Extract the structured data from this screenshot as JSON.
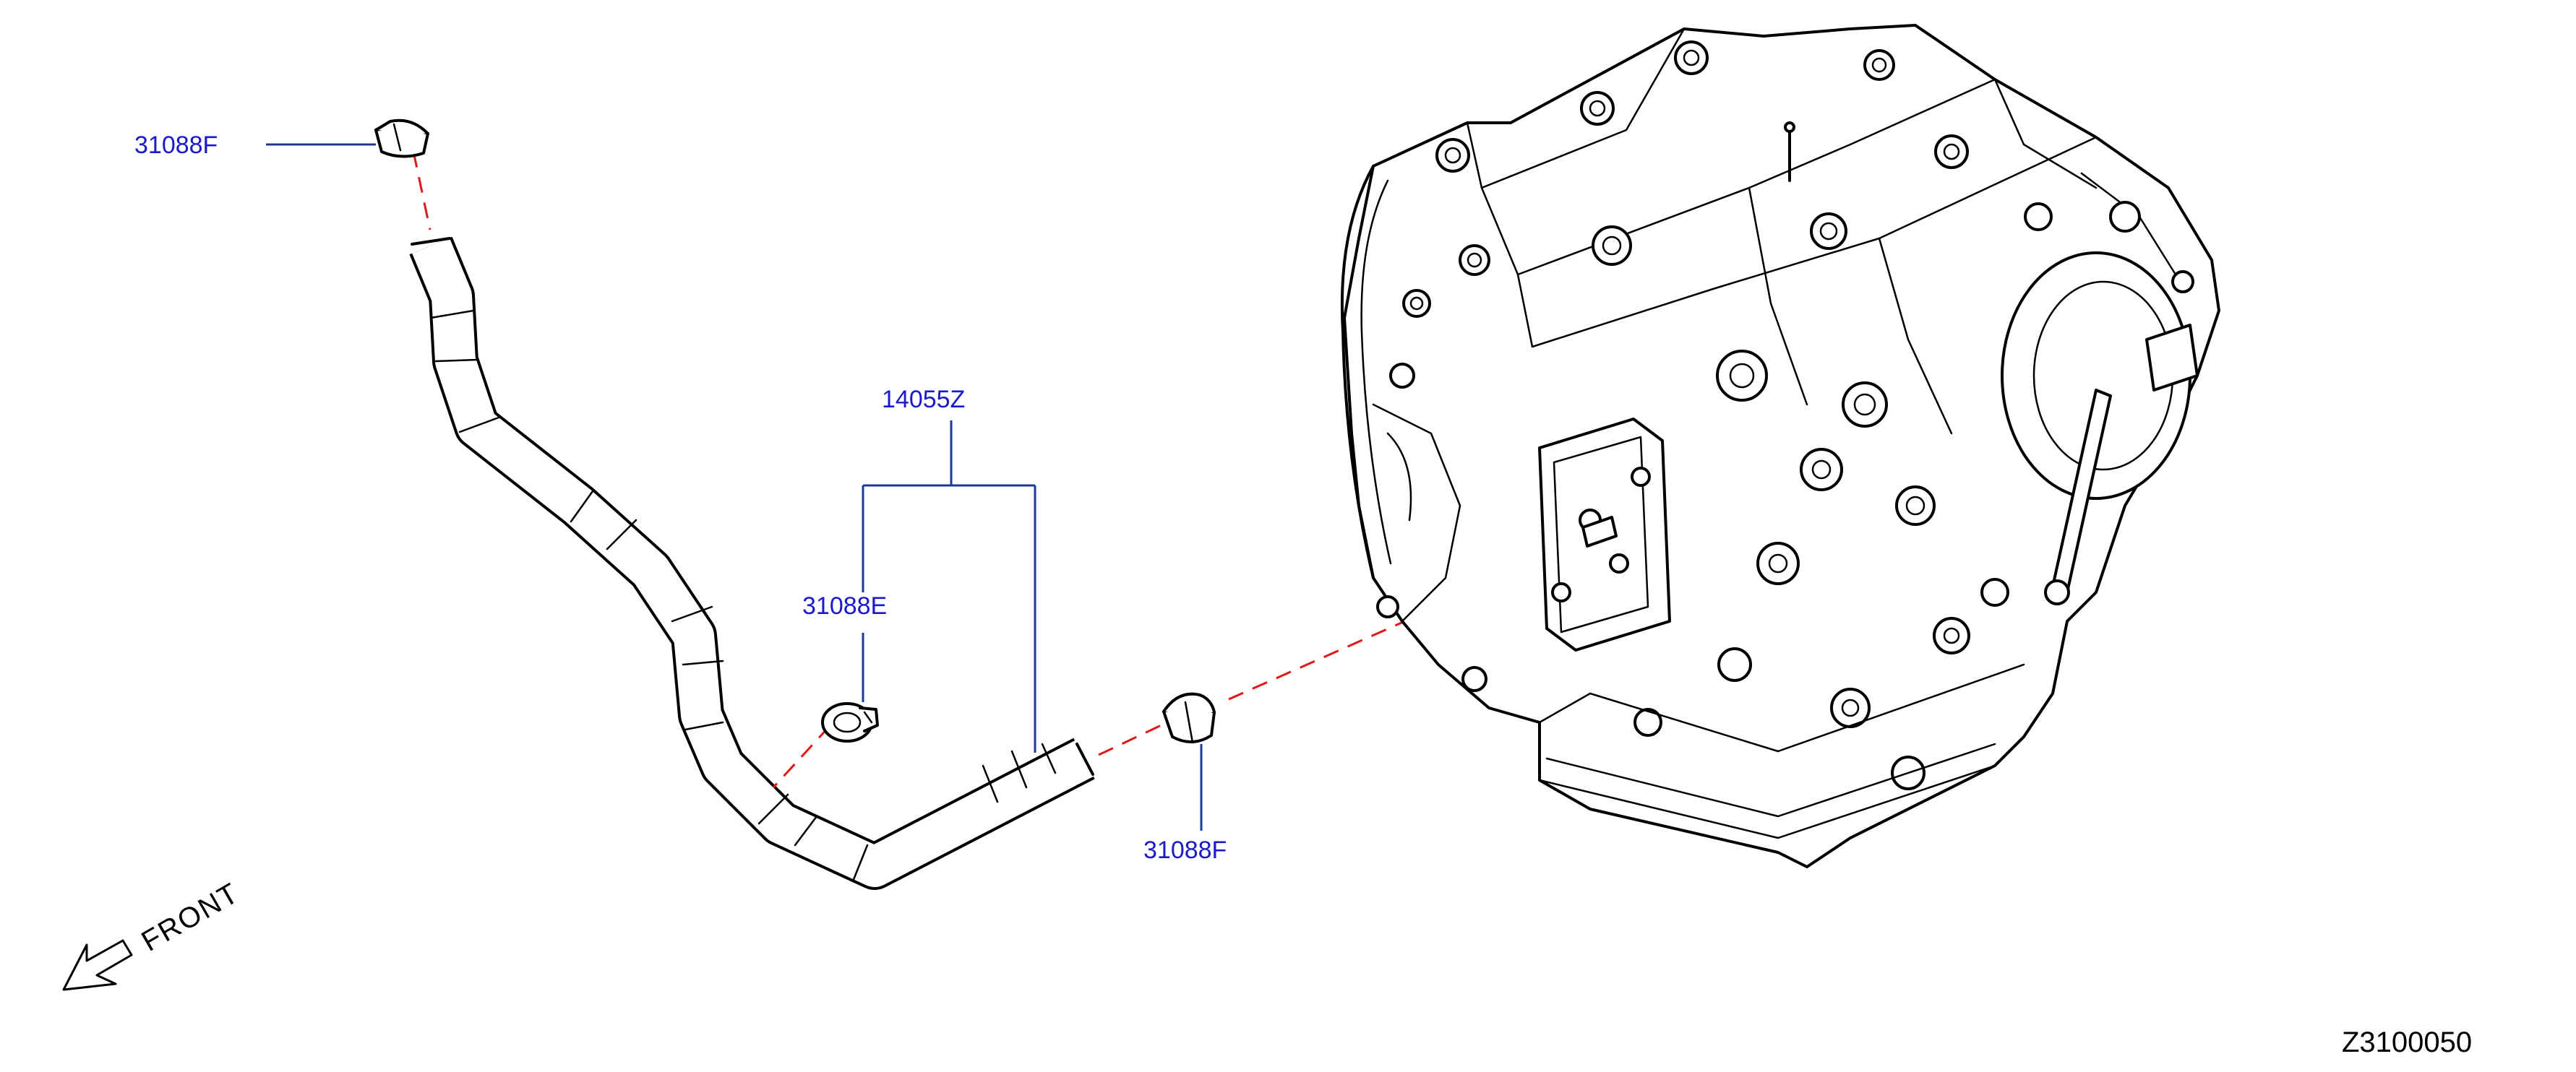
{
  "parts": [
    {
      "id": "31088F",
      "label": "31088F"
    },
    {
      "id": "14055Z",
      "label": "14055Z"
    },
    {
      "id": "31088E",
      "label": "31088E"
    },
    {
      "id": "31088F-lower",
      "label": "31088F"
    }
  ],
  "orientation": {
    "label": "FRONT",
    "icon": "front-arrow-icon"
  },
  "reference_code": "Z3100050",
  "colors": {
    "labels": "#1a1acc",
    "leaders": "#1a3a9a",
    "dashed_lines": "#e01818",
    "linework": "#000000"
  }
}
